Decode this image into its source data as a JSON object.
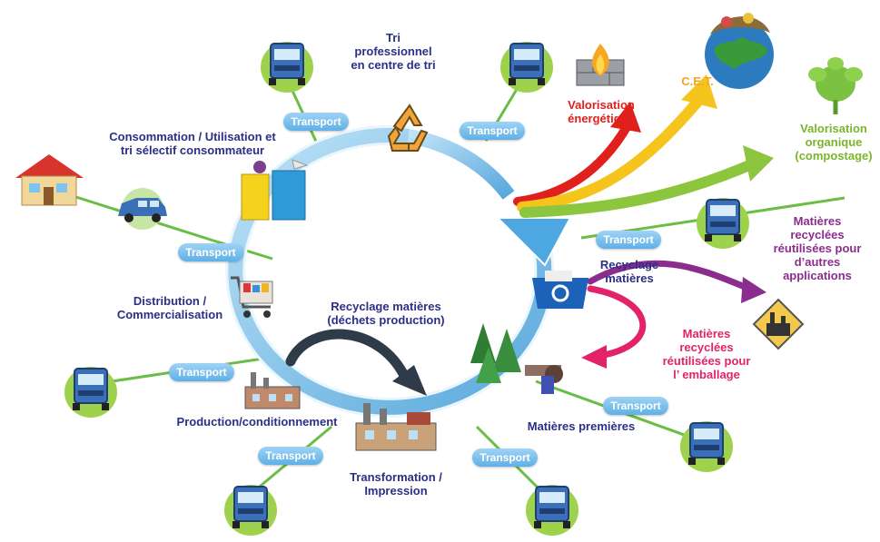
{
  "transport_label": "Transport",
  "labels": {
    "tri_pro_1": "Tri",
    "tri_pro_2": "professionnel",
    "tri_pro_3": "en centre de tri",
    "conso_1": "Consommation / Utilisation et",
    "conso_2": "tri sélectif consommateur",
    "valo_en_1": "Valorisation",
    "valo_en_2": "énergétique",
    "cet": "C.E.T.",
    "valo_org_1": "Valorisation",
    "valo_org_2": "organique",
    "valo_org_3": "(compostage)",
    "mat_autres_1": "Matières",
    "mat_autres_2": "recyclées",
    "mat_autres_3": "réutilisées pour",
    "mat_autres_4": "d’autres",
    "mat_autres_5": "applications",
    "recyc_mat_1": "Recyclage",
    "recyc_mat_2": "matières",
    "distrib_1": "Distribution /",
    "distrib_2": "Commercialisation",
    "recyc_prod_1": "Recyclage matières",
    "recyc_prod_2": "(déchets production)",
    "mat_emb_1": "Matières",
    "mat_emb_2": "recyclées",
    "mat_emb_3": "réutilisées pour",
    "mat_emb_4": "l’ emballage",
    "production": "Production/conditionnement",
    "mat_prem": "Matières premières",
    "transfo_1": "Transformation /",
    "transfo_2": "Impression"
  },
  "icons": [
    "house-icon",
    "car-icon",
    "recycling-bins-icon",
    "recycle-symbol-icon",
    "fire-icon",
    "globe-landfill-icon",
    "compost-plant-icon",
    "recycle-bin-icon",
    "factory-warning-icon",
    "forest-icon",
    "factory-icon",
    "shopping-cart-icon",
    "truck-icon"
  ],
  "colors": {
    "cycle": "#7fc3ea",
    "link": "#6abd45",
    "navy_text": "#2b2f86",
    "energy_arrow": "#e0201c",
    "cet_arrow": "#f5c51d",
    "organic_arrow": "#8cc63f",
    "purple_arrow": "#8b2d8e",
    "pink_arrow": "#e2236a"
  }
}
